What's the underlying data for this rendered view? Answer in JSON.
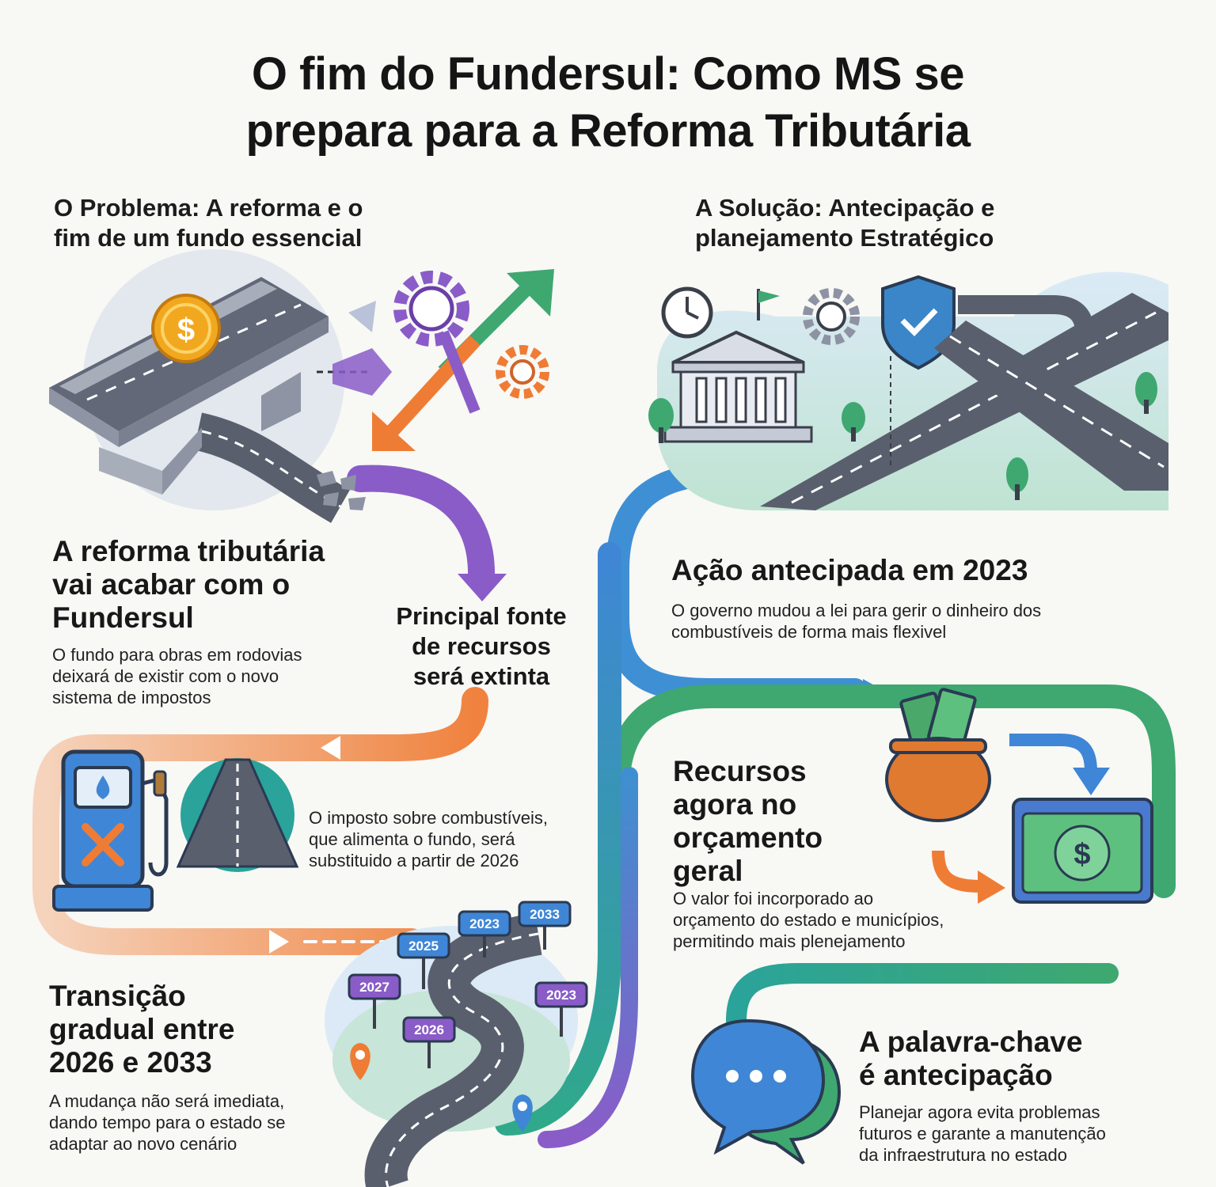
{
  "title_line1": "O fim do Fundersul: Como MS se",
  "title_line2": "prepara para a Reforma Tributária",
  "problem": {
    "heading_line1": "O Problema: A reforma e o",
    "heading_line2": "fim de um fundo essencial"
  },
  "solution": {
    "heading_line1": "A Solução: Antecipação e",
    "heading_line2": "planejamento Estratégico"
  },
  "reform": {
    "heading_line1": "A reforma tributária",
    "heading_line2": "vai acabar com o",
    "heading_line3": "Fundersul",
    "text_line1": "O fundo para obras em rodovias",
    "text_line2": "deixará de existir com o novo",
    "text_line3": "sistema de impostos"
  },
  "source": {
    "line1": "Principal fonte",
    "line2": "de recursos",
    "line3": "será extinta"
  },
  "fuel_tax": {
    "line1": "O imposto sobre combustíveis,",
    "line2": "que alimenta o fundo, será",
    "line3": "substituido a partir de 2026"
  },
  "transition": {
    "heading_line1": "Transição",
    "heading_line2": "gradual entre",
    "heading_line3": "2026 e 2033",
    "text_line1": "A mudança não será imediata,",
    "text_line2": "dando tempo para o estado se",
    "text_line3": "adaptar ao novo cenário"
  },
  "timeline_signs": [
    "2023",
    "2033",
    "2025",
    "2027",
    "2023",
    "2026"
  ],
  "action": {
    "heading": "Ação antecipada em 2023",
    "text_line1": "O governo mudou a lei para gerir o dinheiro dos",
    "text_line2": "combustíveis de forma mais flexivel"
  },
  "budget": {
    "heading_line1": "Recursos",
    "heading_line2": "agora no",
    "heading_line3": "orçamento",
    "heading_line4": "geral",
    "text_line1": "O valor foi incorporado ao",
    "text_line2": "orçamento do estado e municípios,",
    "text_line3": "permitindo mais plenejamento"
  },
  "keyword": {
    "heading_line1": "A palavra-chave",
    "heading_line2": "é antecipação",
    "text_line1": "Planejar agora evita problemas",
    "text_line2": "futuros e garante a manutenção",
    "text_line3": "da infraestrutura no estado"
  },
  "icons": [
    "coin-dollar-icon",
    "gear-icon",
    "arrow-up-icon",
    "arrow-down-icon",
    "clock-icon",
    "flag-icon",
    "shield-check-icon",
    "bank-building-icon",
    "fuel-pump-icon",
    "water-drop-icon",
    "x-mark-icon",
    "money-pot-icon",
    "cash-bill-icon",
    "chat-bubble-icon",
    "map-pin-icon",
    "tree-icon"
  ],
  "colors": {
    "purple": "#8a5cc8",
    "orange": "#ee7f3a",
    "blue": "#4a86d0",
    "green": "#3ea870",
    "teal": "#2aa39a",
    "road": "#5a5f6e",
    "gold": "#f2a81e"
  }
}
